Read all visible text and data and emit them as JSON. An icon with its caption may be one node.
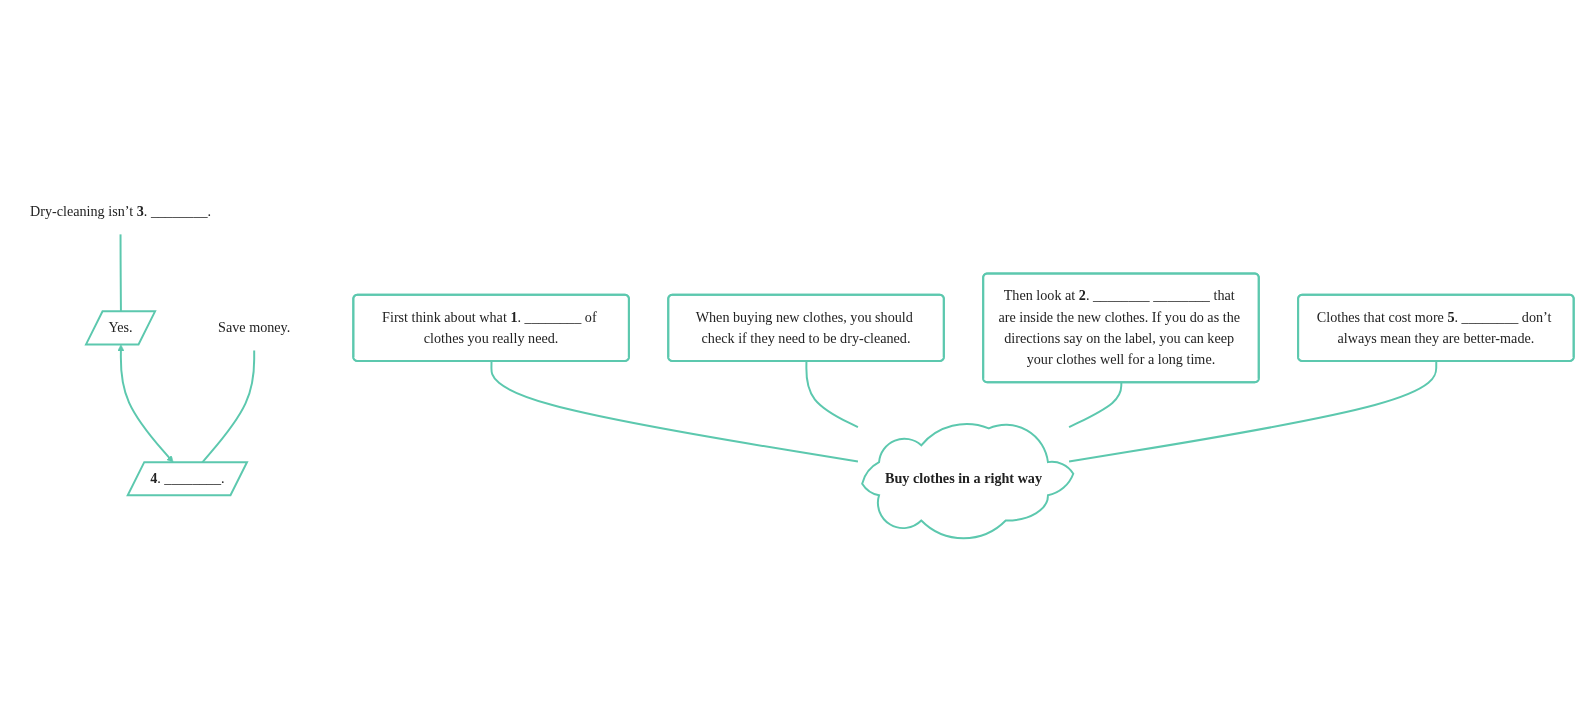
{
  "diagram": {
    "nodes": [
      {
        "text": [
          "Yes."
        ]
      },
      {
        "text": [
          "Dry-cleaning isn’t **3**. ________."
        ]
      },
      {
        "text": [
          "**4**. ________."
        ]
      },
      {
        "text": [
          "Save money."
        ]
      },
      {
        "text": [
          "First think about what **1**. ________ of clothes you really need."
        ]
      },
      {
        "text": [
          "When buying new clothes, you should check if they need to be dry-cleaned."
        ]
      },
      {
        "text": [
          "Then look at **2**. ________ ________ that are inside the new clothes. If you do as the directions say on the label, you can keep your clothes well for a long time."
        ]
      },
      {
        "text": [
          "Clothes that cost more **5**. ________ don’t always mean they are better-made."
        ]
      },
      {
        "text": [
          "Buy clothes in a right way"
        ]
      }
    ],
    "edges": [
      {
        "from": 0,
        "to": 1,
        "arrow": "none"
      },
      {
        "from": 2,
        "to": 3,
        "arrow": "none"
      },
      {
        "from": 2,
        "to": 0,
        "arrow": "both"
      },
      {
        "from": 8,
        "to": 4,
        "arrow": "none"
      },
      {
        "from": 8,
        "to": 5,
        "arrow": "none"
      },
      {
        "from": 8,
        "to": 6,
        "arrow": "none"
      },
      {
        "from": 8,
        "to": 7,
        "arrow": "none"
      }
    ]
  }
}
